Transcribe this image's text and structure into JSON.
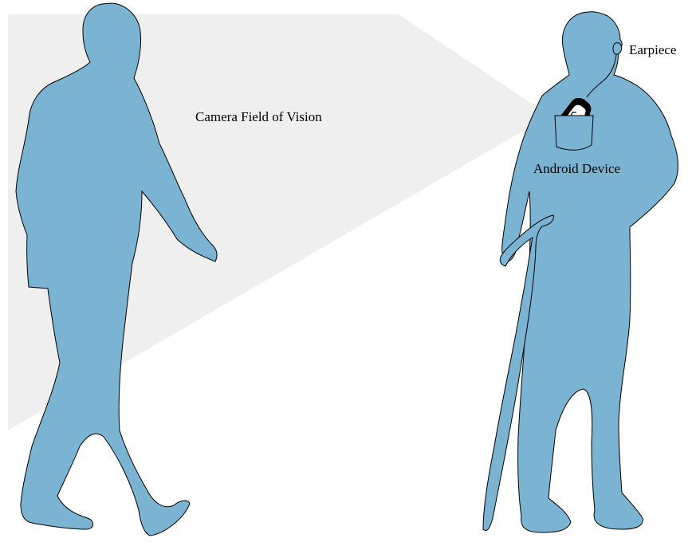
{
  "labels": {
    "camera_field": "Camera Field of Vision",
    "earpiece": "Earpiece",
    "device": "Android Device"
  },
  "colors": {
    "silhouette_fill": "#7BB3D3",
    "silhouette_stroke": "#000000",
    "field_of_vision_fill": "#EFEFEF",
    "device_frame": "#000000",
    "device_screen": "#FFFFFF"
  },
  "icons": {
    "walking_person": "walking-person-silhouette",
    "standing_person": "standing-person-with-cane-silhouette",
    "camera_field": "camera-field-of-vision-cone",
    "phone": "android-phone-icon",
    "earpiece": "earpiece-icon"
  }
}
